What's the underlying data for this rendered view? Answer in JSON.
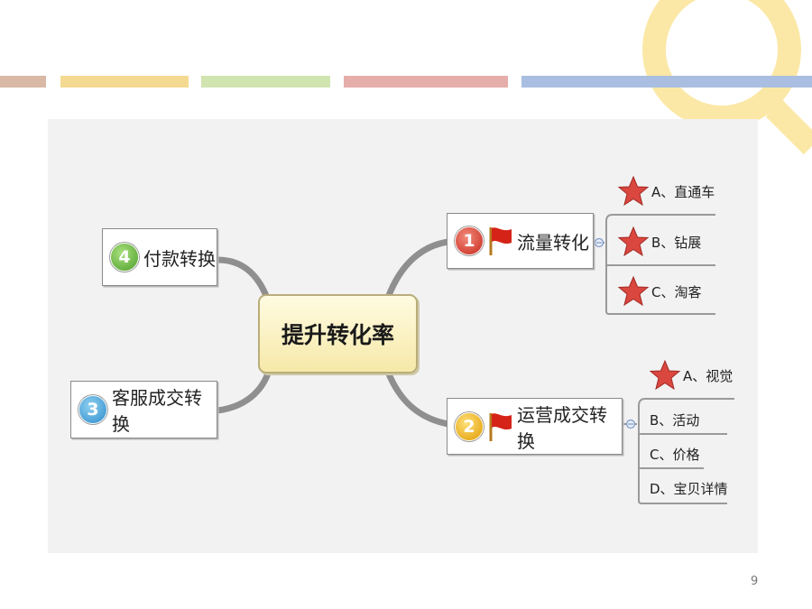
{
  "slide": {
    "page_number": "9",
    "accent_colors": [
      "#d9b8a6",
      "#f4d990",
      "#d0e4b0",
      "#e6aeaa",
      "#a9bee0",
      "#fbe8a6"
    ]
  },
  "mindmap": {
    "central_topic": "提升转化率",
    "branches": [
      {
        "number": "1",
        "label": "流量转化",
        "marker": "red-flag-icon",
        "children": [
          "A、直通车",
          "B、钻展",
          "C、淘客"
        ],
        "children_marker": "red-star-icon"
      },
      {
        "number": "2",
        "label": "运营成交转换",
        "marker": "red-flag-icon",
        "children": [
          "A、视觉",
          "B、活动",
          "C、价格",
          "D、宝贝详情"
        ],
        "starred_child": "A、视觉"
      },
      {
        "number": "3",
        "label": "客服成交转换"
      },
      {
        "number": "4",
        "label": "付款转换"
      }
    ]
  }
}
